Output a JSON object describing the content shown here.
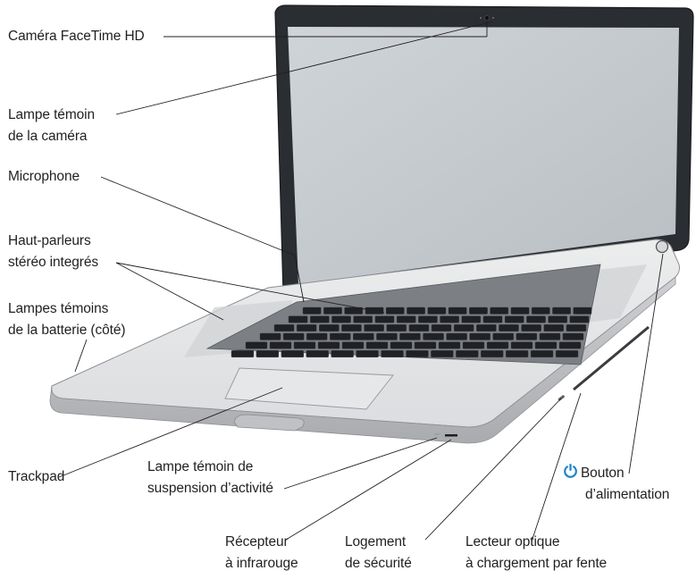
{
  "labels": {
    "camera": "Caméra FaceTime HD",
    "camera_light_1": "Lampe témoin",
    "camera_light_2": "de la caméra",
    "microphone": "Microphone",
    "speakers_1": "Haut-parleurs",
    "speakers_2": "stéréo integrés",
    "battery_1": "Lampes témoins",
    "battery_2": "de la batterie (côté)",
    "trackpad": "Trackpad",
    "sleep_1": "Lampe témoin de",
    "sleep_2": "suspension d’activité",
    "ir_1": "Récepteur",
    "ir_2": "à infrarouge",
    "security_1": "Logement",
    "security_2": "de sécurité",
    "optical_1": "Lecteur optique",
    "optical_2": "à chargement par fente",
    "power_1": "Bouton",
    "power_2": "d’alimentation"
  },
  "icons": {
    "power": "power-icon"
  },
  "colors": {
    "accent": "#1a84c7",
    "line": "#231f20",
    "body": "#d9dadc",
    "screen": "#c4c9ce"
  }
}
